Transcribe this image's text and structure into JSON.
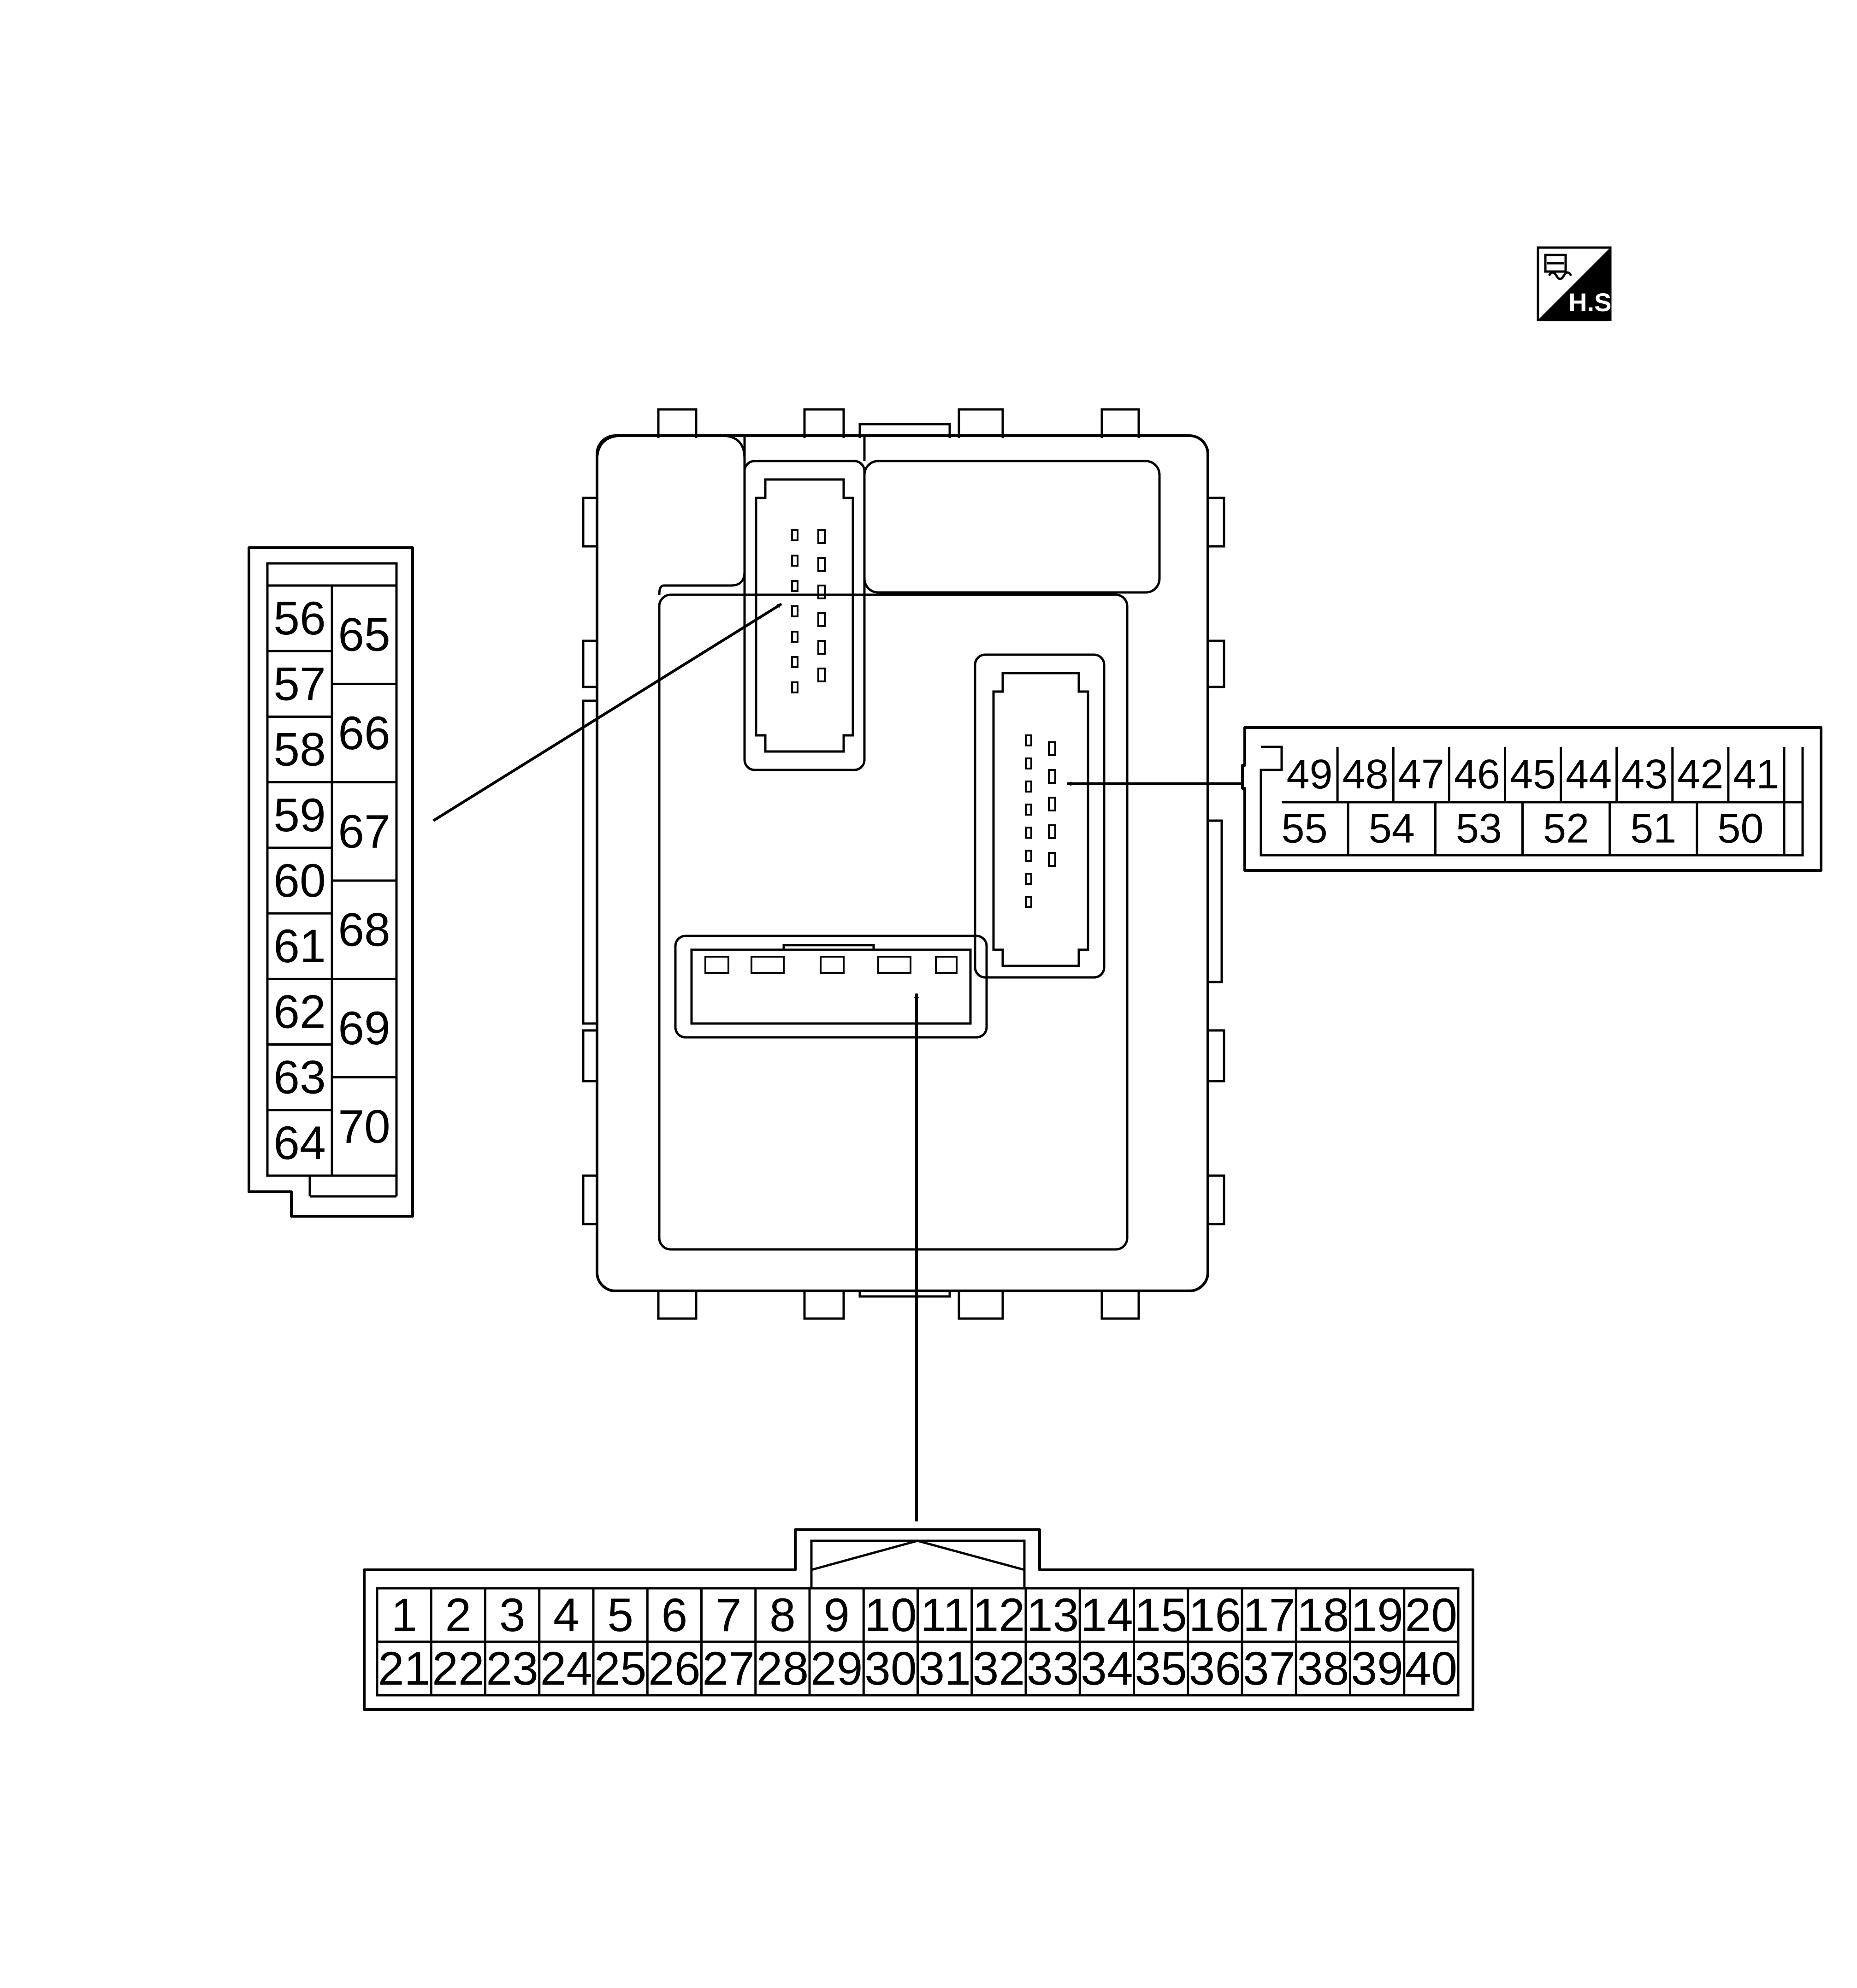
{
  "badge": {
    "label": "H.S."
  },
  "left_connector": {
    "left_column": [
      "56",
      "57",
      "58",
      "59",
      "60",
      "61",
      "62",
      "63",
      "64"
    ],
    "right_column": [
      "65",
      "66",
      "67",
      "68",
      "69",
      "70"
    ]
  },
  "right_connector": {
    "top_row": [
      "49",
      "48",
      "47",
      "46",
      "45",
      "44",
      "43",
      "42",
      "41"
    ],
    "bottom_row": [
      "55",
      "54",
      "53",
      "52",
      "51",
      "50"
    ]
  },
  "bottom_connector": {
    "top_row": [
      "1",
      "2",
      "3",
      "4",
      "5",
      "6",
      "7",
      "8",
      "9",
      "10",
      "11",
      "12",
      "13",
      "14",
      "15",
      "16",
      "17",
      "18",
      "19",
      "20"
    ],
    "bottom_row": [
      "21",
      "22",
      "23",
      "24",
      "25",
      "26",
      "27",
      "28",
      "29",
      "30",
      "31",
      "32",
      "33",
      "34",
      "35",
      "36",
      "37",
      "38",
      "39",
      "40"
    ]
  }
}
